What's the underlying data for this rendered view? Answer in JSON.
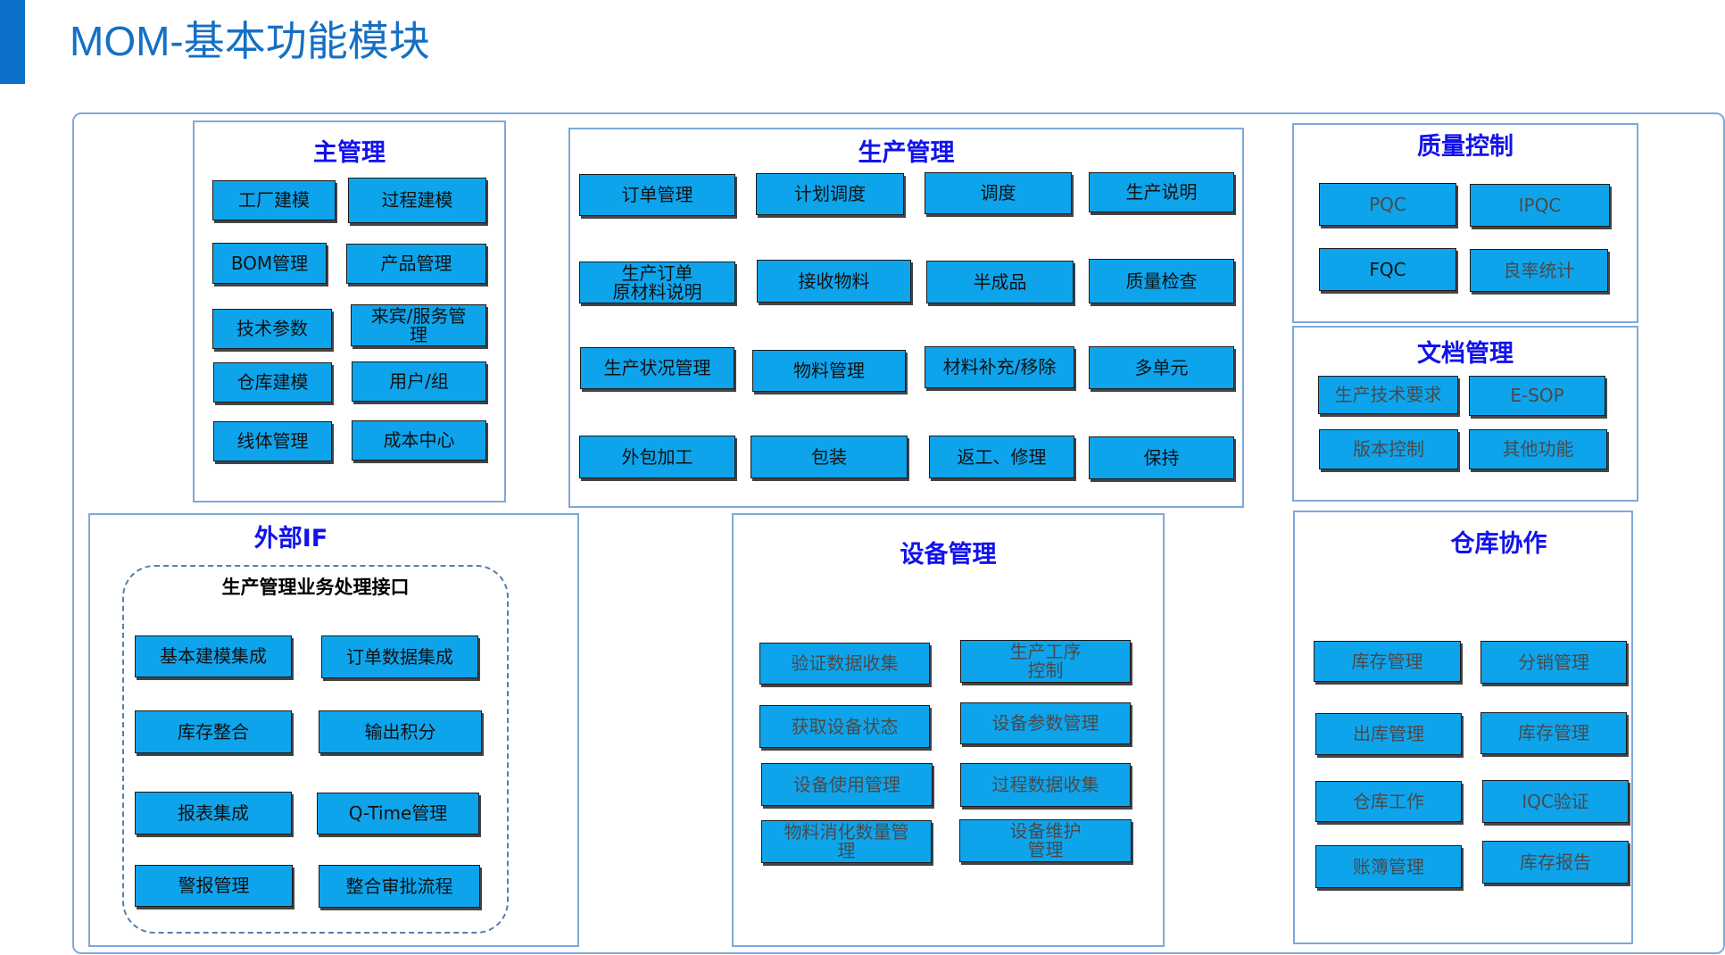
{
  "page": {
    "title": "MOM-基本功能模块"
  },
  "panels": {
    "master": {
      "title": "主管理",
      "items": [
        "工厂建模",
        "过程建模",
        "BOM管理",
        "产品管理",
        "技术参数",
        "来宾/服务管\n理",
        "仓库建模",
        "用户/组",
        "线体管理",
        "成本中心"
      ]
    },
    "production": {
      "title": "生产管理",
      "items": [
        "订单管理",
        "计划调度",
        "调度",
        "生产说明",
        "生产订单\n原材料说明",
        "接收物料",
        "半成品",
        "质量检查",
        "生产状况管理",
        "物料管理",
        "材料补充/移除",
        "多单元",
        "外包加工",
        "包装",
        "返工、修理",
        "保持"
      ]
    },
    "quality": {
      "title": "质量控制",
      "items": [
        "PQC",
        "IPQC",
        "FQC",
        "良率统计"
      ]
    },
    "document": {
      "title": "文档管理",
      "items": [
        "生产技术要求",
        "E-SOP",
        "版本控制",
        "其他功能"
      ]
    },
    "external": {
      "title": "外部IF",
      "group_title": "生产管理业务处理接口",
      "items": [
        "基本建模集成",
        "订单数据集成",
        "库存整合",
        "输出积分",
        "报表集成",
        "Q-Time管理",
        "警报管理",
        "整合审批流程"
      ]
    },
    "equipment": {
      "title": "设备管理",
      "items": [
        "验证数据收集",
        "生产工序\n控制",
        "获取设备状态",
        "设备参数管理",
        "设备使用管理",
        "过程数据收集",
        "物料消化数量管\n理",
        "设备维护\n管理"
      ]
    },
    "warehouse": {
      "title": "仓库协作",
      "items": [
        "库存管理",
        "分销管理",
        "出库管理",
        "库存管理",
        "仓库工作",
        "IQC验证",
        "账簿管理",
        "库存报告"
      ]
    }
  },
  "colors": {
    "title_blue": "#1470c4",
    "panel_title": "#1212ee",
    "button_fill": "#0ea4ec",
    "panel_border": "#7ea8da"
  }
}
